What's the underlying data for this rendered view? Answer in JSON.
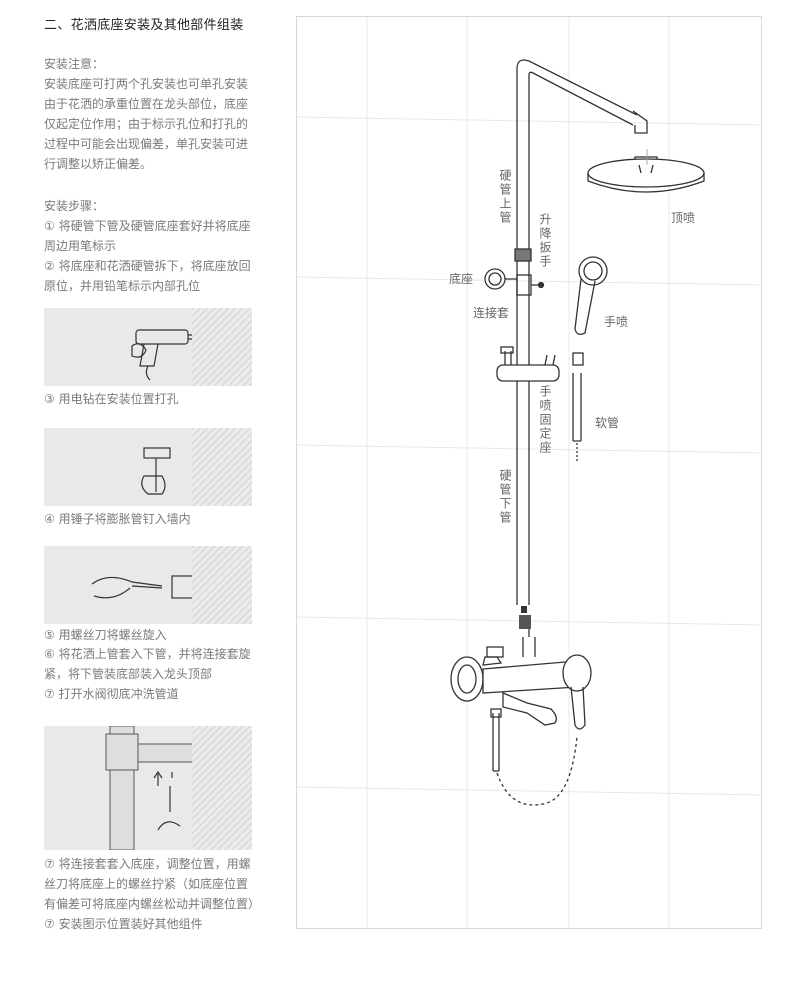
{
  "section_title": "二、花洒底座安装及其他部件组装",
  "notes": {
    "heading": "安装注意：",
    "lines": [
      "安装底座可打两个孔安装也可单孔安装",
      "由于花洒的承重位置在龙头部位，底座",
      "仅起定位作用；由于标示孔位和打孔的",
      "过程中可能会出现偏差，单孔安装可进",
      "行调整以矫正偏差。"
    ]
  },
  "steps": {
    "heading": "安装步骤：",
    "step1": [
      "① 将硬管下管及硬管底座套好并将底座",
      "周边用笔标示"
    ],
    "step2": [
      "② 将底座和花洒硬管拆下，将底座放回",
      "原位，并用铅笔标示内部孔位"
    ],
    "step3": "③ 用电钻在安装位置打孔",
    "step4": "④ 用锤子将膨胀管钉入墙内",
    "step5": "⑤ 用螺丝刀将螺丝旋入",
    "step6": [
      "⑥ 将花洒上管套入下管，并将连接套旋",
      "紧，将下管装底部装入龙头顶部"
    ],
    "step7": "⑦ 打开水阀彻底冲洗管道",
    "step8": [
      "⑦ 将连接套套入底座，调整位置，用螺",
      "丝刀将底座上的螺丝拧紧（如底座位置",
      "有偏差可将底座内螺丝松动并调整位置）"
    ],
    "step9": "⑦ 安装图示位置装好其他组件"
  },
  "diagram_labels": {
    "hard_pipe_upper": "硬管上管",
    "lift_wrench": "升降扳手",
    "top_spray": "顶喷",
    "base": "底座",
    "connector_sleeve": "连接套",
    "hand_spray": "手喷",
    "hand_spray_holder": "手喷固定座",
    "hose": "软管",
    "hard_pipe_lower": "硬管下管"
  }
}
